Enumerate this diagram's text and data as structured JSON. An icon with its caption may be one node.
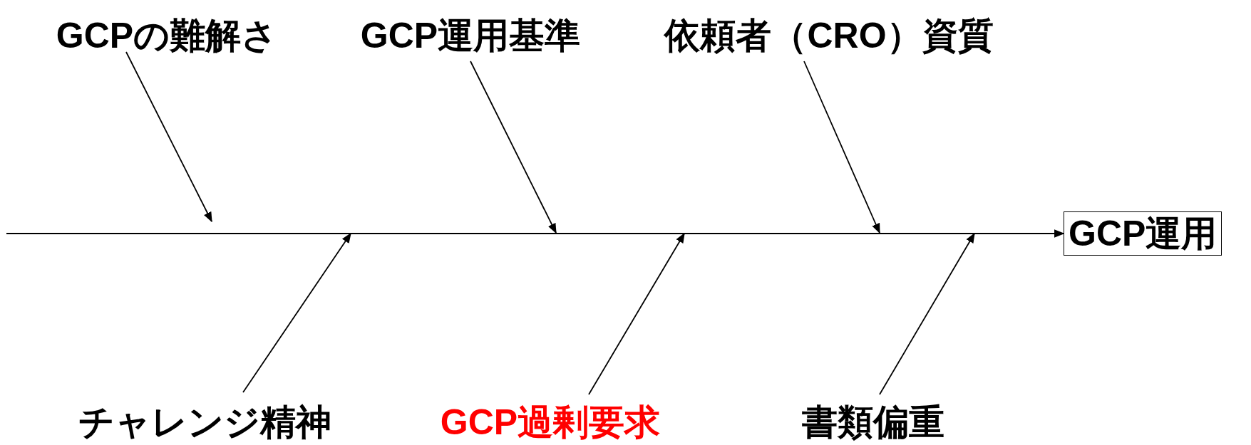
{
  "diagram": {
    "nodes": [
      {
        "text": [
          "GCPの難解さ"
        ]
      },
      {
        "text": [
          "GCP運用基準"
        ]
      },
      {
        "text": [
          "依頼者（CRO）資質"
        ]
      },
      {
        "text": [
          "チャレンジ精神"
        ]
      },
      {
        "text": [
          "GCP過剰要求"
        ]
      },
      {
        "text": [
          "書類偏重"
        ]
      },
      {
        "text": [
          "GCP運用"
        ]
      }
    ],
    "edges": [
      {
        "from": null,
        "to": 6,
        "arrow": "to"
      },
      {
        "from": 0,
        "to": null,
        "arrow": "to"
      },
      {
        "from": 1,
        "to": null,
        "arrow": "to"
      },
      {
        "from": 2,
        "to": null,
        "arrow": "to"
      },
      {
        "from": 3,
        "to": null,
        "arrow": "to"
      },
      {
        "from": 4,
        "to": null,
        "arrow": "to"
      },
      {
        "from": 5,
        "to": null,
        "arrow": "to"
      }
    ]
  }
}
